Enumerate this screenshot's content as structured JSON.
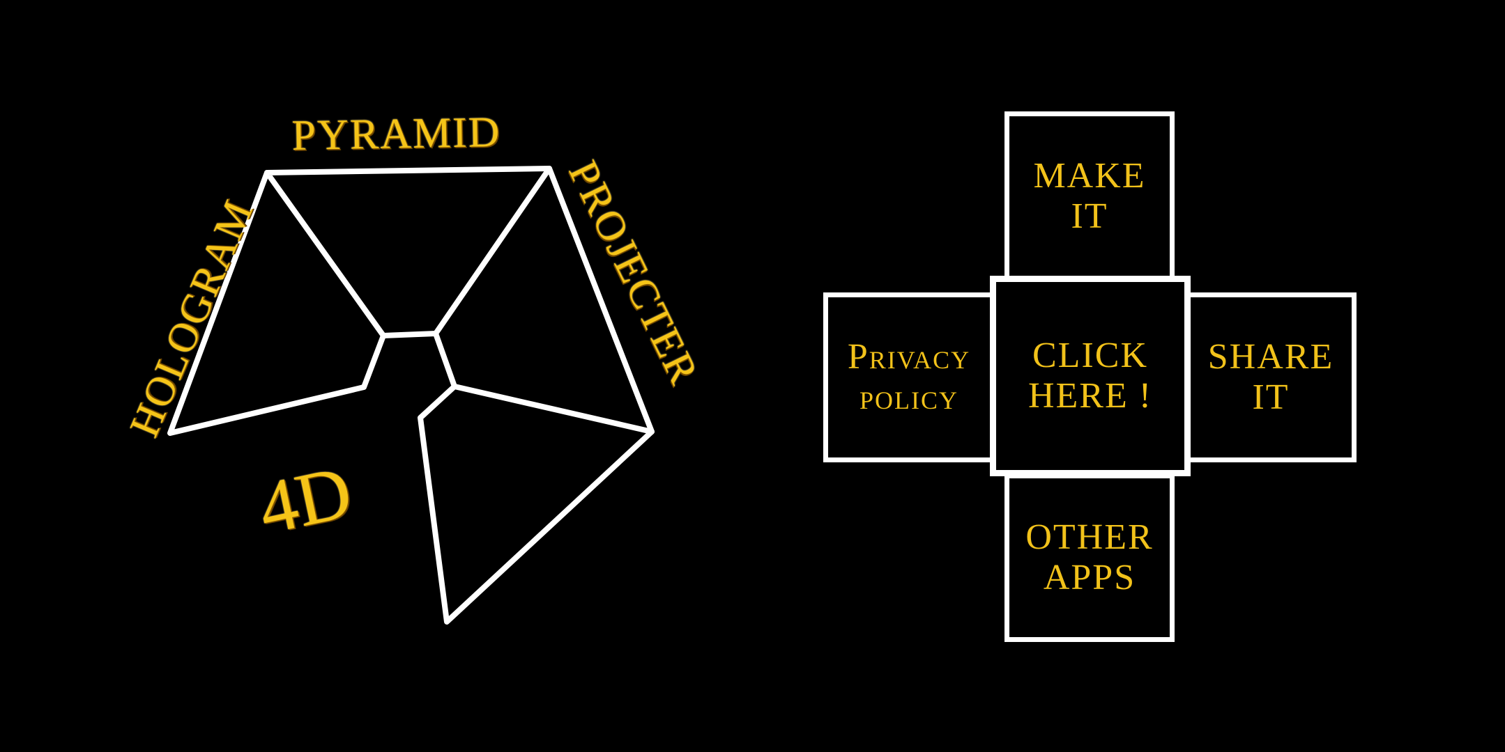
{
  "logo": {
    "title_top": "PYRAMID",
    "title_left": "HOLOGRAM",
    "title_right": "PROJECTER",
    "badge": "4D",
    "icon": "pyramid-outline-icon",
    "line_color": "#ffffff",
    "text_color": "#f5c418"
  },
  "menu": {
    "top": {
      "line1": "MAKE",
      "line2": "IT"
    },
    "left": {
      "line1": "Privacy",
      "line2": "policy"
    },
    "center": {
      "line1": "CLICK",
      "line2": "HERE !"
    },
    "right": {
      "line1": "SHARE",
      "line2": "IT"
    },
    "bottom": {
      "line1": "OTHER",
      "line2": "APPS"
    },
    "border_color": "#ffffff",
    "text_color": "#f2c21a",
    "background": "#000000"
  }
}
